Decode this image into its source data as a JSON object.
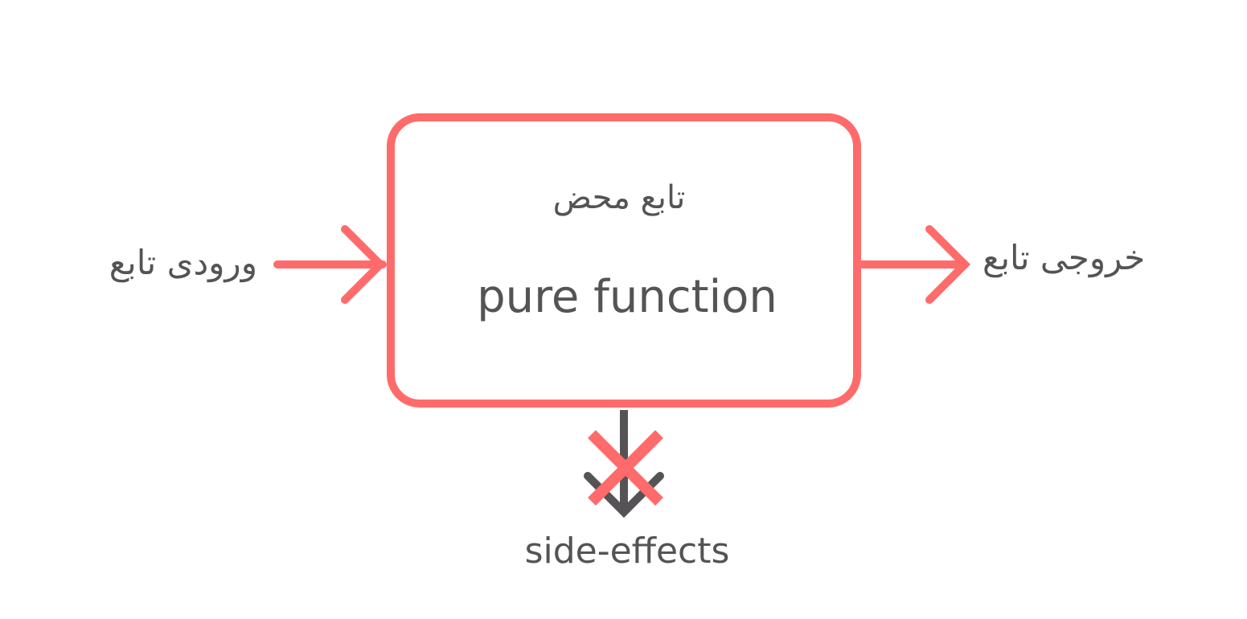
{
  "diagram": {
    "box_title_fa": "تابع محض",
    "box_title_en": "pure function",
    "input_label": "ورودی تابع",
    "output_label": "خروجی تابع",
    "side_effects_label": "side-effects"
  },
  "colors": {
    "accent": "#ff6b6b",
    "text": "#555355",
    "background": "#ffffff"
  }
}
